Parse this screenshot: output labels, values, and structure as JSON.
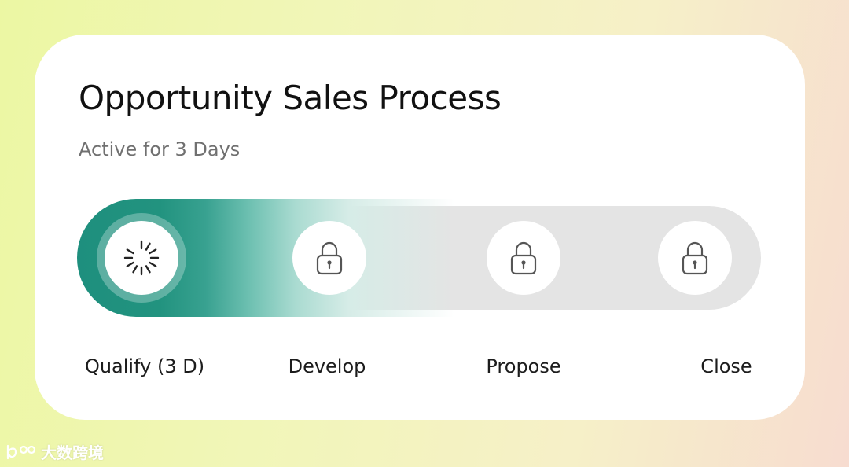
{
  "card": {
    "title": "Opportunity Sales Process",
    "subtitle": "Active for 3 Days"
  },
  "stages": [
    {
      "label": "Qualify (3 D)",
      "status": "in-progress",
      "icon": "loading-spinner-icon"
    },
    {
      "label": "Develop",
      "status": "locked",
      "icon": "lock-icon"
    },
    {
      "label": "Propose",
      "status": "locked",
      "icon": "lock-icon"
    },
    {
      "label": "Close",
      "status": "locked",
      "icon": "lock-icon"
    }
  ],
  "colors": {
    "accent": "#1e8f7e",
    "track": "#e4e4e4",
    "card": "#ffffff",
    "title": "#111111",
    "subtitle": "#707070"
  },
  "watermark": {
    "text": "大数跨境"
  }
}
